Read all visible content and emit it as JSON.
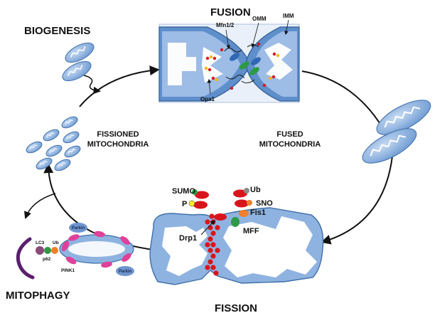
{
  "stages": {
    "fusion": "FUSION",
    "biogenesis": "BIOGENESIS",
    "fused": [
      "FUSED",
      "MITOCHONDRIA"
    ],
    "fissioned": [
      "FISSIONED",
      "MITOCHONDRIA"
    ],
    "fission": "FISSION",
    "mitophagy": "MITOPHAGY"
  },
  "fusion_labels": {
    "mfn": "Mfn1/2",
    "omm": "OMM",
    "imm": "IMM",
    "opa": "Opa1"
  },
  "fission_labels": {
    "sumo": "SUMO",
    "ub": "Ub",
    "p": "P",
    "sno": "SNO",
    "fis1": "Fis1",
    "mff": "MFF",
    "drp1": "Drp1"
  },
  "mitophagy_labels": {
    "lc3": "LC3",
    "ub": "Ub",
    "p62": "p62",
    "pink1": "PINK1",
    "parkin_top": "Parkin",
    "parkin_bottom": "Parkin"
  },
  "colors": {
    "mito_fill": "#8fb3e0",
    "mito_edge": "#3f6fa8",
    "crista": "#ffffff",
    "drp1": "#d8151b",
    "fis1": "#f07f2c",
    "mff": "#2e9a45",
    "sumo": "#2e9a45",
    "ub": "#8a8a8a",
    "p": "#f4ec2a",
    "sno": "#f07f2c",
    "pink1": "#e0409a",
    "lc3": "#5b1f6e",
    "parkin": "#6f95cf"
  }
}
